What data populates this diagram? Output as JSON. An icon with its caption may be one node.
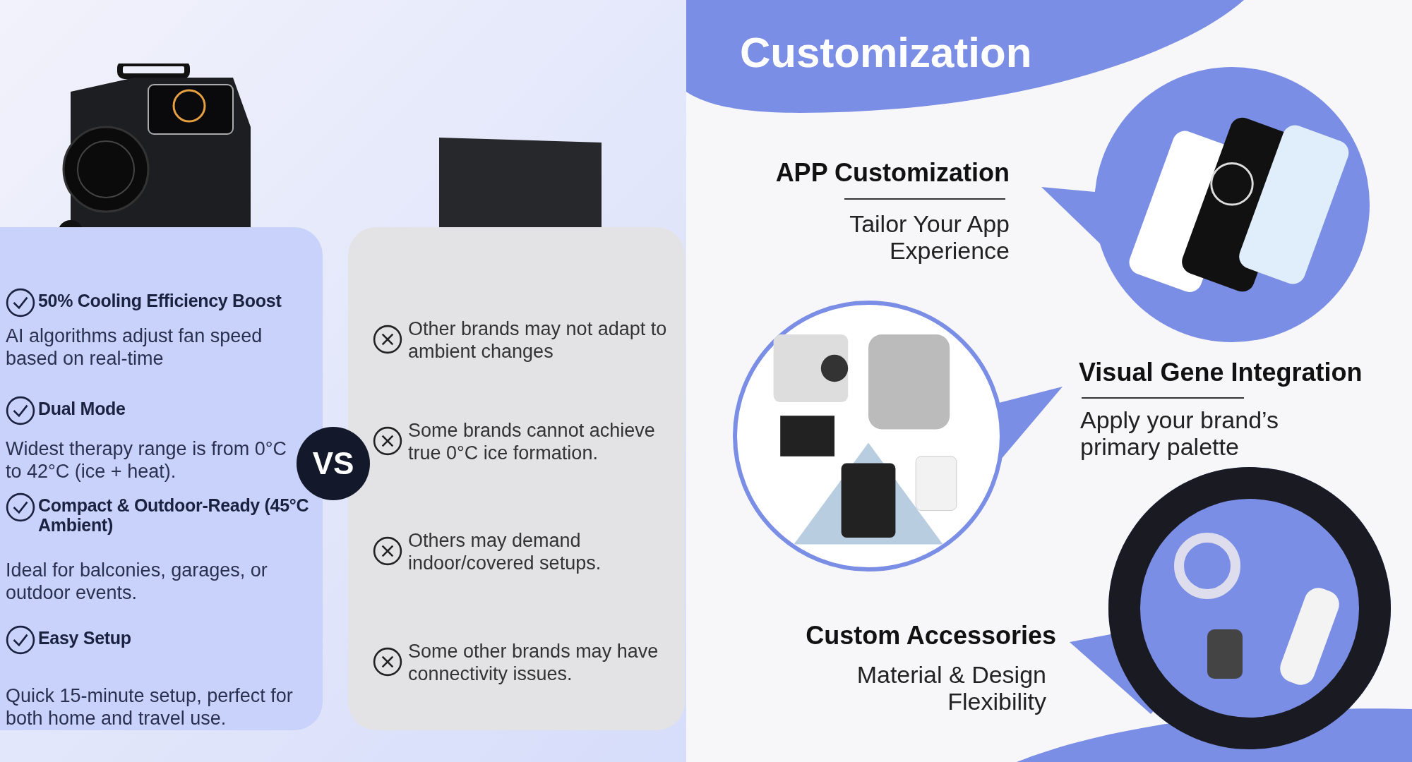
{
  "diagram": {
    "title": "Customization",
    "nodes": [
      {
        "text": [
          "50% Cooling Efficiency Boost",
          "AI algorithms adjust fan speed based on real-time",
          "Dual Mode",
          "Widest therapy range is from 0°C to 42°C (ice + heat).",
          "Compact & Outdoor-Ready (45°C Ambient)",
          "Ideal for balconies, garages, or outdoor events.",
          "Easy Setup",
          "Quick 15-minute setup, perfect for both home and travel use."
        ]
      },
      {
        "text": [
          "Other brands may not adapt to ambient changes",
          "Some brands cannot achieve true 0°C ice formation.",
          "Others may demand indoor/covered setups.",
          "Some other brands may have connectivity issues."
        ]
      },
      {
        "text": [
          "VS"
        ]
      },
      {
        "text": [],
        "shape": "picture",
        "beside": [
          "APP Customization",
          "Tailor Your App Experience"
        ]
      },
      {
        "text": [],
        "shape": "picture",
        "beside": [
          "Visual Gene Integration",
          "Apply your brand’s primary palette"
        ]
      },
      {
        "text": [],
        "shape": "picture",
        "beside": [
          "Custom Accessories",
          "Material & Design Flexibility"
        ]
      }
    ]
  }
}
